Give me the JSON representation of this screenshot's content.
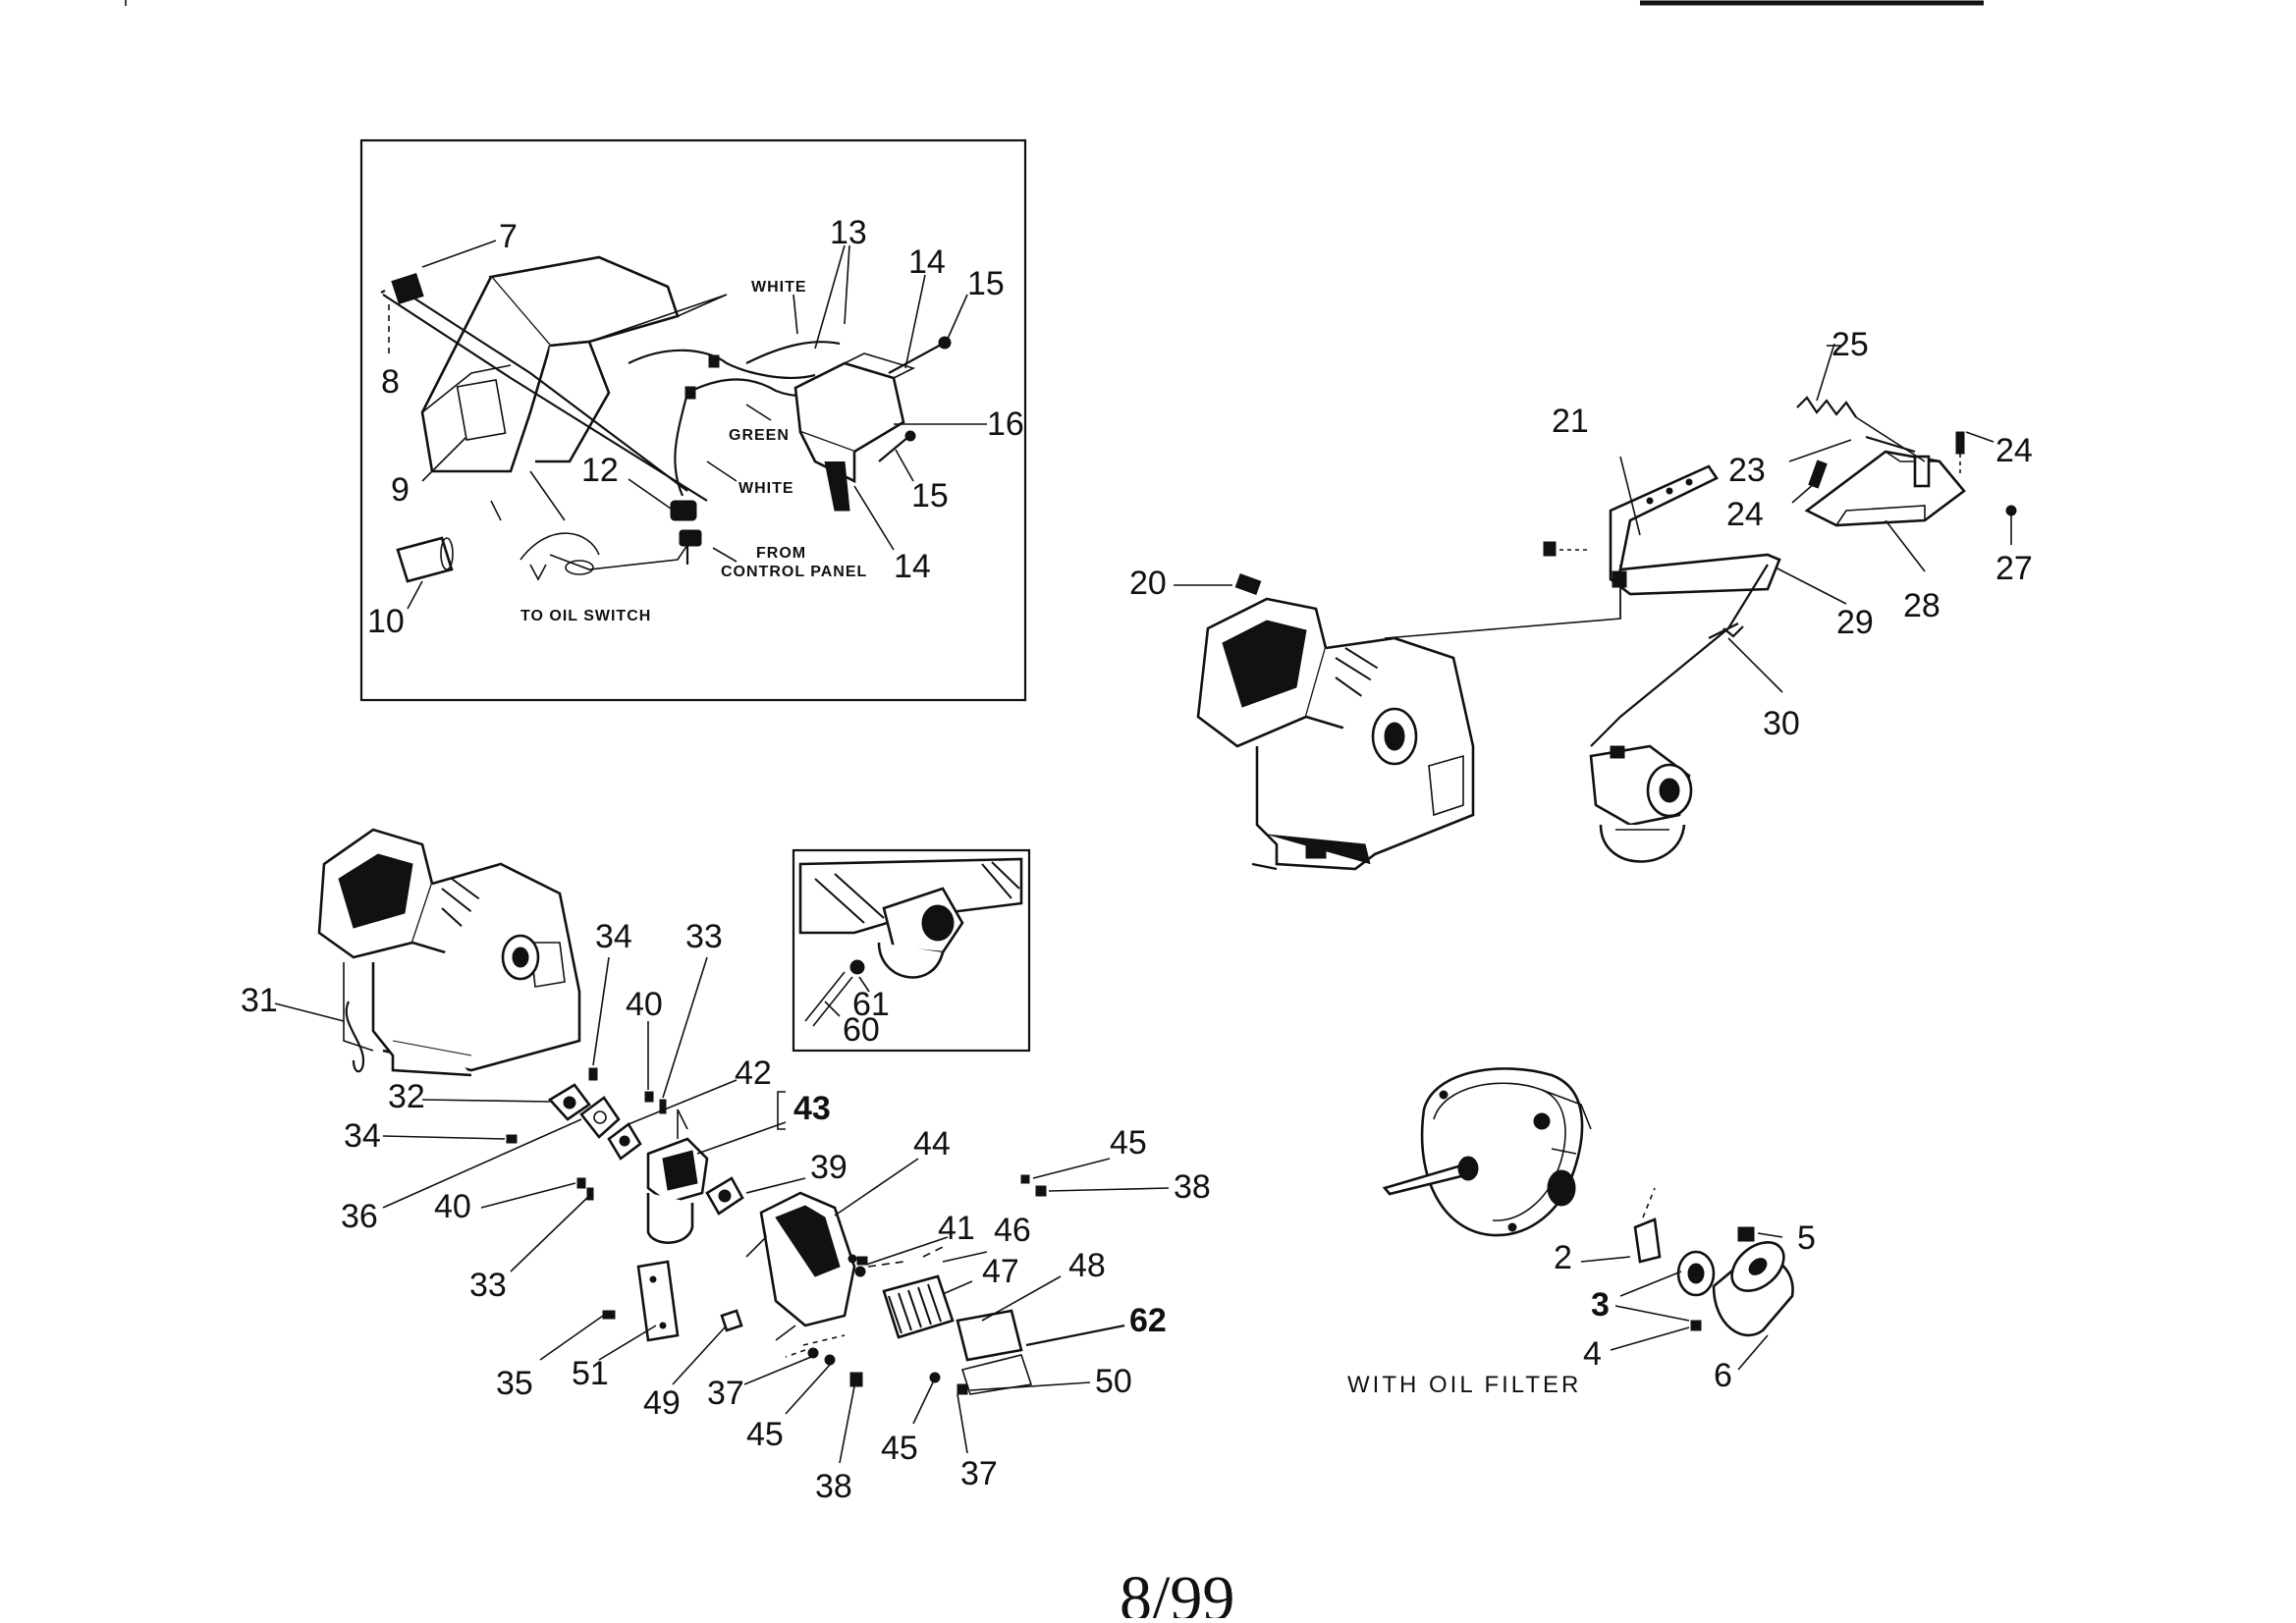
{
  "page": {
    "number": "8/99"
  },
  "inset_wiring": {
    "callouts": [
      "7",
      "8",
      "9",
      "10",
      "12",
      "13",
      "14",
      "14",
      "15",
      "15",
      "16"
    ],
    "wire_labels": {
      "white_top": "WHITE",
      "green": "GREEN",
      "white_mid": "WHITE"
    },
    "notes": {
      "from_control_panel_1": "FROM",
      "from_control_panel_2": "CONTROL PANEL",
      "to_oil_switch": "TO OIL SWITCH"
    }
  },
  "governor_view": {
    "callouts": [
      "20",
      "21",
      "23",
      "24",
      "24",
      "25",
      "27",
      "28",
      "29",
      "30"
    ]
  },
  "carburetor_view": {
    "callouts": [
      "31",
      "32",
      "33",
      "33",
      "34",
      "34",
      "35",
      "36",
      "37",
      "37",
      "38",
      "38",
      "39",
      "40",
      "40",
      "41",
      "42",
      "43",
      "44",
      "45",
      "45",
      "45",
      "46",
      "47",
      "48",
      "49",
      "50",
      "51",
      "62"
    ]
  },
  "fuel_inset": {
    "callouts": [
      "60",
      "61"
    ]
  },
  "oil_filter_view": {
    "callouts": [
      "2",
      "3",
      "4",
      "5",
      "6"
    ],
    "caption": "WITH OIL FILTER"
  }
}
